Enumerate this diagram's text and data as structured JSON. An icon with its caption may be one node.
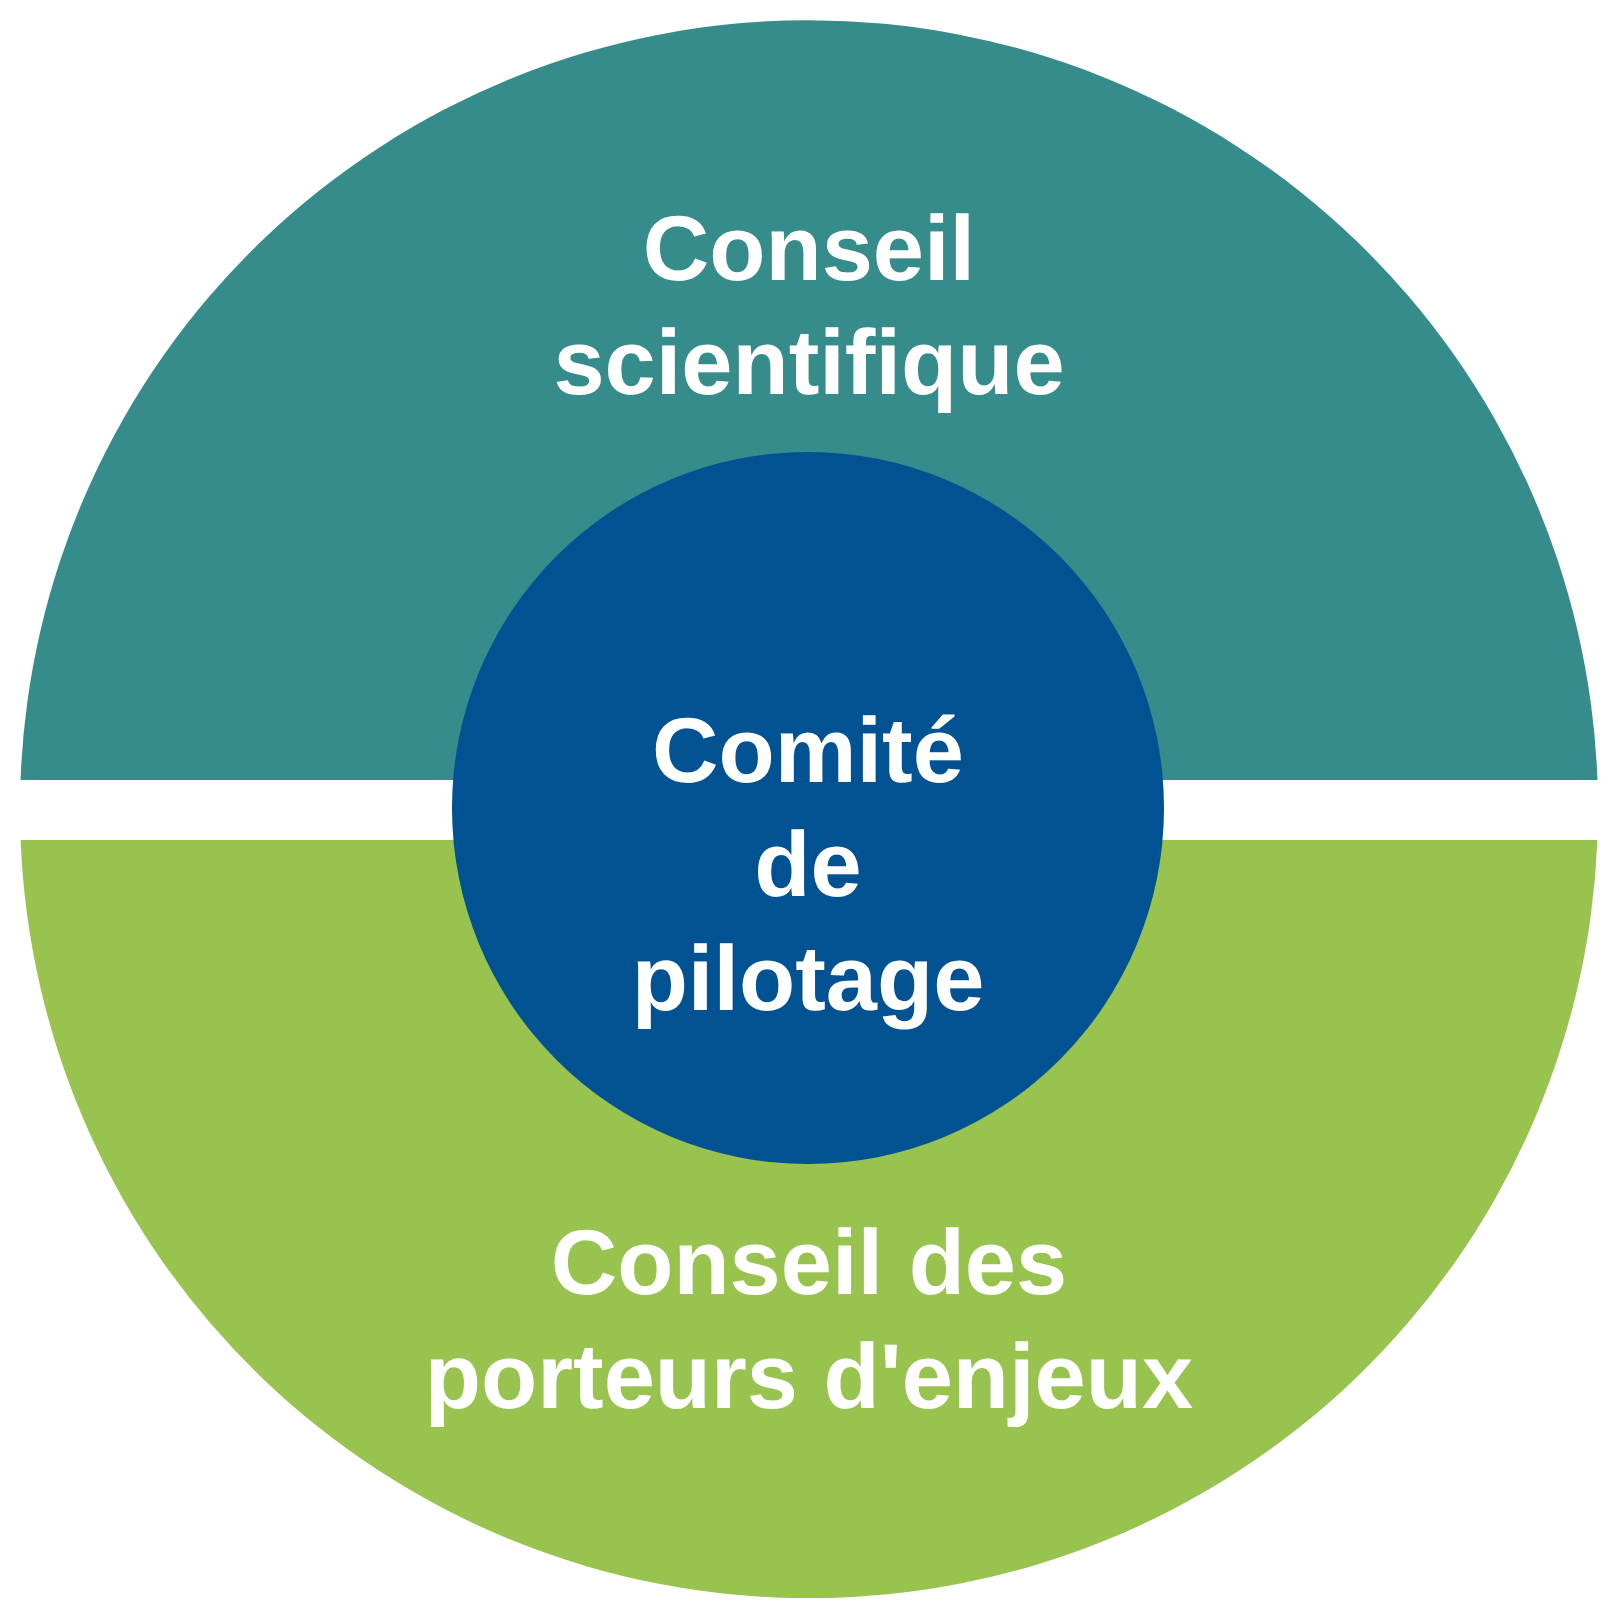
{
  "diagram": {
    "nodes": [
      {
        "text": [
          "Conseil scientifique"
        ]
      },
      {
        "text": [
          "Comité de pilotage"
        ]
      },
      {
        "text": [
          "Conseil des porteurs d'enjeux"
        ]
      }
    ]
  }
}
